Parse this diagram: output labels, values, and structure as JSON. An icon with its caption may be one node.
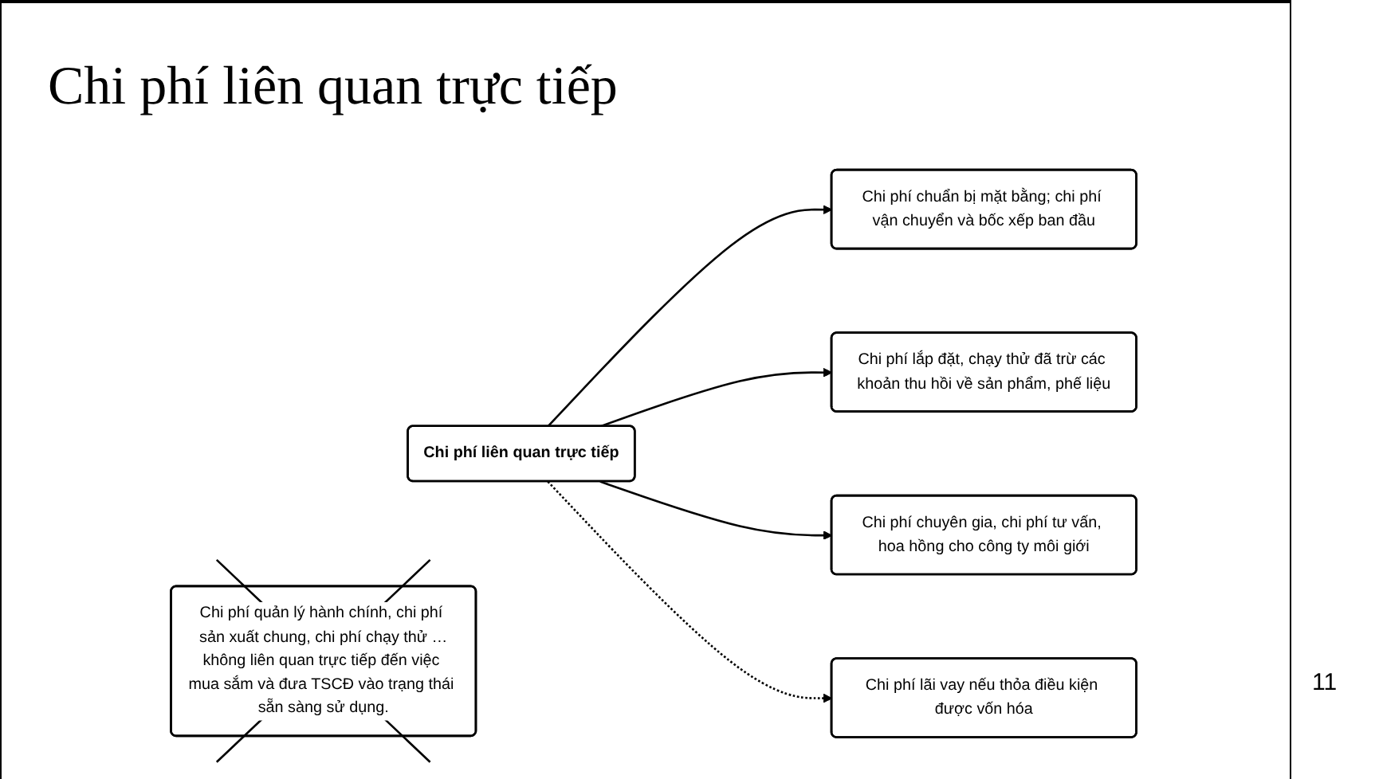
{
  "diagram": {
    "title": "Chi phí liên quan trực tiếp",
    "nodes": [
      {
        "text": [
          "Chi phí liên quan trực tiếp"
        ]
      },
      {
        "text": [
          "Chi phí chuẩn bị mặt bằng; chi phí vận chuyển và bốc xếp ban đầu"
        ]
      },
      {
        "text": [
          "Chi phí lắp đặt, chạy thử đã trừ các khoản thu hồi về sản phẩm, phế liệu"
        ]
      },
      {
        "text": [
          "Chi phí chuyên gia, chi phí tư vấn, hoa hồng cho công ty môi giới"
        ]
      },
      {
        "text": [
          "Chi phí lãi vay nếu thỏa điều kiện được vốn hóa"
        ]
      },
      {
        "text": [
          "Chi phí quản lý hành chính, chi phí sản xuất chung, chi phí chạy thử …không liên quan trực tiếp đến việc mua sắm và đưa TSCĐ vào trạng thái sẵn sàng sử dụng."
        ]
      }
    ],
    "edges": [
      {
        "from": 0,
        "to": 1,
        "arrow": "to"
      },
      {
        "from": 0,
        "to": 2,
        "arrow": "to"
      },
      {
        "from": 0,
        "to": 3,
        "arrow": "to"
      },
      {
        "from": 0,
        "to": 4,
        "arrow": "to",
        "style": "dashed"
      }
    ],
    "labels": [
      "11"
    ]
  }
}
